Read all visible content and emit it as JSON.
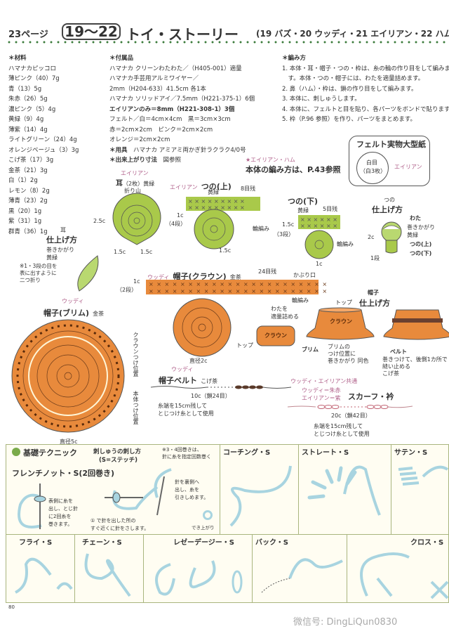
{
  "header": {
    "page_ref": "23ページ",
    "number_range": "19～22",
    "title": "トイ・ストーリー",
    "subtitle": "(19 バズ・20 ウッディ・21 エイリアン・22 ハム)"
  },
  "materials": {
    "heading": "＊材料",
    "items": [
      "ハマナカピッコロ",
      "薄ピンク（40）7g",
      "青（13）5g",
      "朱赤（26）5g",
      "濃ピンク（5）4g",
      "黄緑（9）4g",
      "薄紫（14）4g",
      "ライトグリーン（24）4g",
      "オレンジベージュ（3）3g",
      "こげ茶（17）3g",
      "金茶（21）3g",
      "白（1）2g",
      "レモン（8）2g",
      "薄青（23）2g",
      "黒（20）1g",
      "紫（31）1g",
      "群青（36）1g"
    ]
  },
  "accessories": {
    "heading": "＊付属品",
    "items": [
      "ハマナカ クリーンわたわた／（H405-001）適量",
      "ハマナカ手芸用アルミワイヤー／",
      "2mm（H204-633）41.5cm 各1本",
      "ハマナカ ソリッドアイ／7.5mm（H221-375-1）6個",
      "エイリアンのみ＝8mm（H221-308-1）3個",
      "フェルト／白＝4cm×4cm　黒＝3cm×3cm",
      "赤＝2cm×2cm　ピンク＝2cm×2cm",
      "オレンジ＝2cm×2cm"
    ],
    "tools_label": "＊用具",
    "tools": "ハマナカ アミアミ両かぎ針ラクラク4/0号",
    "size_label": "＊出来上がり寸法",
    "size": "図参照"
  },
  "method": {
    "heading": "＊編み方",
    "steps": [
      "1. 本体・耳・帽子・つの・枠は、糸の輪の作り目をして編みま",
      "　す。本体・つの・帽子には、わたを適量詰めます。",
      "2. 鼻（ハム）・枠は、鎖の作り目をして編みます。",
      "3. 本体に、刺しゅうします。",
      "4. 本体に、フェルトと目を貼り、各パーツをボンドで貼ります。",
      "5. 枠（P.96 参照）を作り、パーツをまとめます。"
    ]
  },
  "felt": {
    "title": "フェルト実物大型紙",
    "eye": "白目",
    "eye_count": "（白3枚）",
    "character": "エイリアン"
  },
  "alien_note": {
    "tag": "★エイリアン・ハム",
    "text": "本体の編み方は、P.43参照"
  },
  "ear": {
    "character": "エイリアン",
    "title": "耳",
    "count": "（2枚）黄緑",
    "fold": "折り山",
    "height": "2.5c",
    "width_l": "1.5c",
    "width_r": "1.5c",
    "finish_tag": "耳",
    "finish_title": "仕上げ方",
    "finish_note1": "巻きかがり",
    "finish_note2": "黄緑",
    "fold_note": [
      "※1・3段の目を",
      "表に出すように",
      "二つ折り"
    ]
  },
  "horn_top": {
    "character": "エイリアン",
    "title": "つの(上)",
    "color": "黄緑",
    "rest": "8目残",
    "height": "1c",
    "rows": "（4段）",
    "ring": "輪編み",
    "width": "1.5c"
  },
  "horn_bottom": {
    "title": "つの(下)",
    "color": "黄緑",
    "rest": "5目残",
    "height": "1.5c",
    "rows": "（3段）",
    "ring": "輪編み",
    "width": "1c"
  },
  "horn_finish": {
    "tag": "つの",
    "title": "仕上げ方",
    "cotton": "わた",
    "whip": "巻きかがり",
    "color": "黄緑",
    "top": "つの(上)",
    "bottom": "つの(下)",
    "height": "2c",
    "row": "1段"
  },
  "crown": {
    "character": "ウッディ",
    "title": "帽子(クラウン)",
    "color": "金茶",
    "rest": "24目残",
    "opening": "かぶり口",
    "height": "1c",
    "rows": "（2段）",
    "ring": "輪編み",
    "top": "トップ",
    "diameter": "直径2c"
  },
  "brim": {
    "character": "ウッディ",
    "title": "帽子(ブリム)",
    "color": "金茶",
    "crown_pos": "クラウンつけ位置",
    "body_pos": "本体つけ位置",
    "diameter": "直径5c"
  },
  "belt": {
    "character": "ウッディ",
    "title": "帽子ベルト",
    "color": "こげ茶",
    "length": "10c（鎖24目）",
    "note": [
      "糸端を15cm残して",
      "とじつけ糸として使用"
    ]
  },
  "hat_finish": {
    "tag": "帽子",
    "title": "仕上げ方",
    "stuff": [
      "わたを",
      "適量詰める"
    ],
    "crown": "クラウン",
    "top": "トップ",
    "brim": "ブリム",
    "brim_note": [
      "ブリムの",
      "つけ位置に",
      "巻きかがり 同色"
    ],
    "belt": "ベルト",
    "belt_note": [
      "巻きつけて、後側1カ所で",
      "縫い止める",
      "こげ茶"
    ]
  },
  "scarf": {
    "common": "ウッディ・エイリアン共通",
    "woody": "ウッディ＝朱赤",
    "alien": "エイリアン＝紫",
    "title": "スカーフ・衿",
    "length": "20c（鎖42目）",
    "note": [
      "糸端を15cm残して",
      "とじつけ糸として使用"
    ]
  },
  "technique": {
    "title": "基礎テクニック",
    "sub1": "刺しゅうの刺し方",
    "sub2": "(S=ステッチ)",
    "note": [
      "※3・4回巻きは、",
      "針に糸を指定回数巻く"
    ],
    "french": {
      "title": "フレンチノット・S(2回巻き)",
      "s1": [
        "表側に糸を",
        "出し、とじ針",
        "に2回糸を",
        "巻きます。"
      ],
      "s2": [
        "① で針を出した所の",
        "すぐ近くに針をさします。"
      ],
      "s3": [
        "針を裏側へ",
        "出し、糸を",
        "引きしめます。"
      ],
      "s4": "でき上がり"
    },
    "stitches": [
      "コーチング・S",
      "ストレート・S",
      "サテン・S",
      "フライ・S",
      "チェーン・S",
      "レゼーデージー・S",
      "バック・S",
      "クロス・S"
    ]
  },
  "page_number": "80",
  "watermark": "微信号: DingLiQun0830",
  "colors": {
    "green": "#a9c94a",
    "orange": "#e88a3c",
    "dots": "#3a7a3a",
    "panel_border": "#a9b57e",
    "thread": "#a8d4e0",
    "pink_label": "#b0608a"
  }
}
